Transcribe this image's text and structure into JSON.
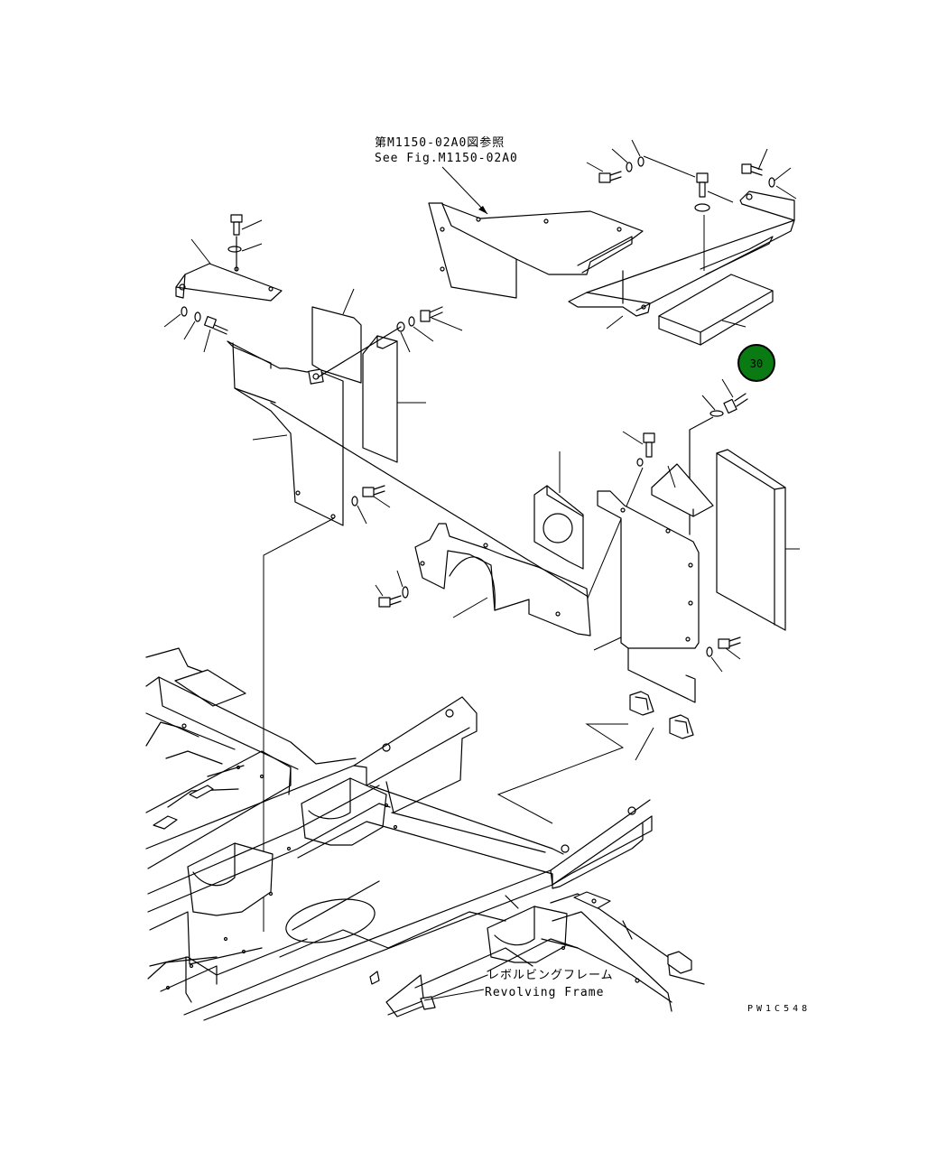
{
  "reference_note": {
    "jp": "第M1150-02A0図参照",
    "en": "See Fig.M1150-02A0"
  },
  "frame_label": {
    "jp": "レボルビングフレーム",
    "en": "Revolving Frame"
  },
  "drawing_code": "PW1C548",
  "highlight": {
    "number": "30",
    "color": "#0a7a12",
    "ring_color": "#000000"
  }
}
